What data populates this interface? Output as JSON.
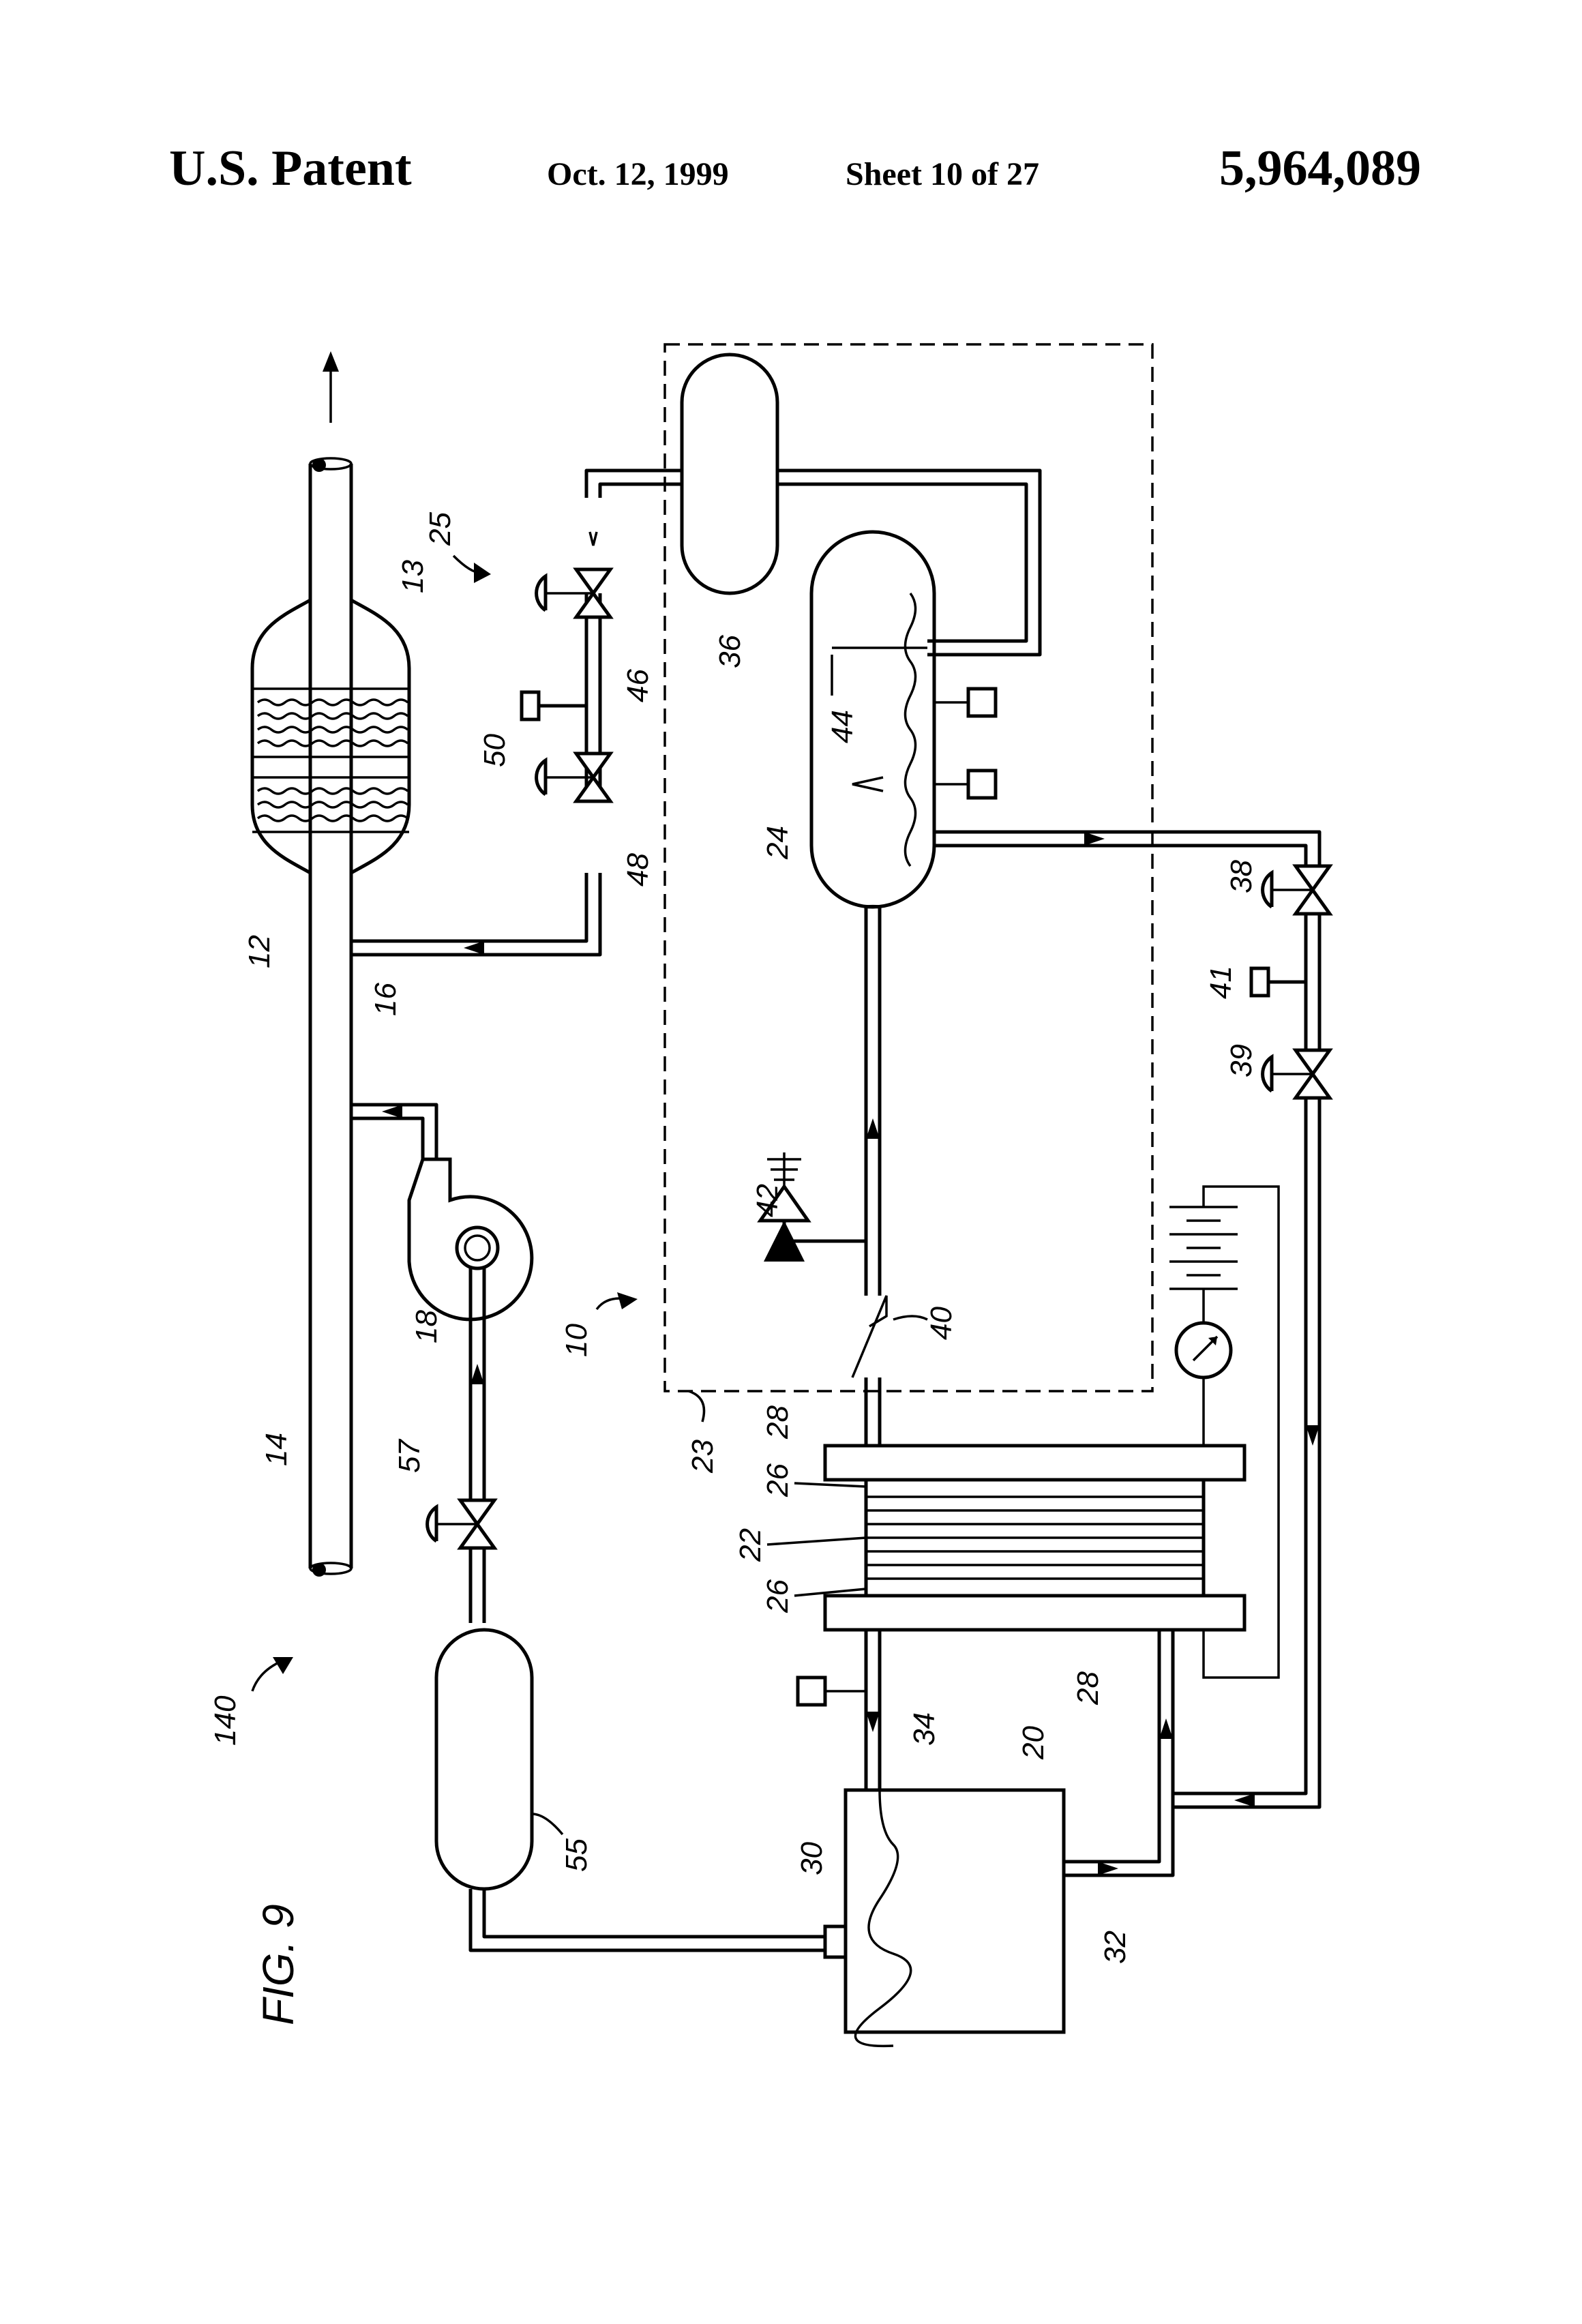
{
  "header": {
    "title": "U.S. Patent",
    "date": "Oct. 12, 1999",
    "sheet": "Sheet 10 of 27",
    "patent_number": "5,964,089"
  },
  "figure": {
    "label": "FIG. 9",
    "ref_labels": {
      "r140": "140",
      "r12": "12",
      "r13": "13",
      "r14": "14",
      "r16": "16",
      "r18": "18",
      "r10": "10",
      "r20": "20",
      "r22": "22",
      "r23": "23",
      "r24": "24",
      "r25": "25",
      "r26a": "26",
      "r26b": "26",
      "r28a": "28",
      "r28b": "28",
      "r30": "30",
      "r32": "32",
      "r34": "34",
      "r36": "36",
      "r38": "38",
      "r39": "39",
      "r40": "40",
      "r41": "41",
      "r42": "42",
      "r44": "44",
      "r46": "46",
      "r48": "48",
      "r50": "50",
      "r55": "55",
      "r57": "57"
    }
  }
}
